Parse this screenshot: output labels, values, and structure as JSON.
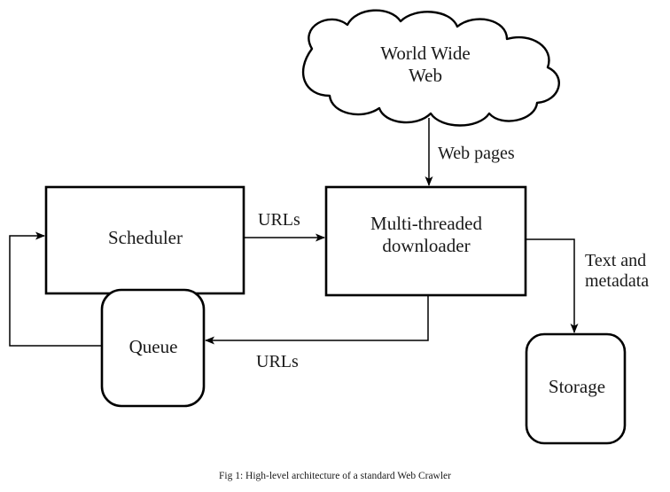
{
  "figure": {
    "caption": "Fig 1: High-level architecture of a standard Web Crawler",
    "background_color": "#ffffff",
    "stroke_color": "#000000",
    "text_color": "#1a1a1a"
  },
  "nodes": {
    "www": {
      "label": "World Wide\nWeb",
      "shape": "cloud"
    },
    "scheduler": {
      "label": "Scheduler",
      "shape": "rectangle"
    },
    "downloader": {
      "label": "Multi-threaded\ndownloader",
      "shape": "rectangle"
    },
    "queue": {
      "label": "Queue",
      "shape": "rounded-rectangle"
    },
    "storage": {
      "label": "Storage",
      "shape": "rounded-rectangle"
    }
  },
  "edges": {
    "web_pages": {
      "label": "Web pages",
      "from": "www",
      "to": "downloader"
    },
    "urls_top": {
      "label": "URLs",
      "from": "scheduler",
      "to": "downloader"
    },
    "urls_bottom": {
      "label": "URLs",
      "from": "downloader",
      "to": "queue"
    },
    "text_metadata": {
      "label": "Text and\nmetadata",
      "from": "downloader",
      "to": "storage"
    },
    "queue_to_scheduler": {
      "label": "",
      "from": "queue",
      "to": "scheduler"
    }
  }
}
